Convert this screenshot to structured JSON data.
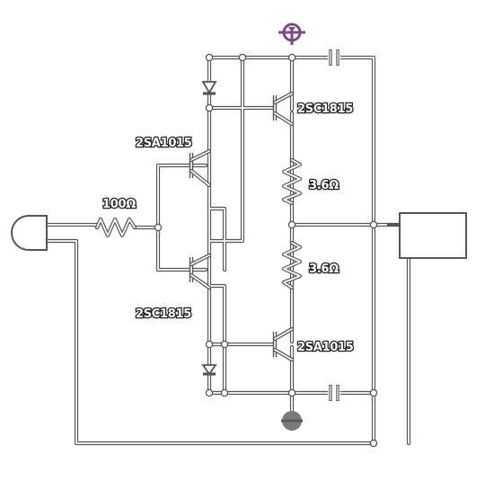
{
  "components": {
    "input_resistor": {
      "label": "100Ω"
    },
    "upper_npn_driver": {
      "label": "2SC1815"
    },
    "upper_pnp_predriver": {
      "label": "2SA1015"
    },
    "lower_npn_predriver": {
      "label": "2SC1815"
    },
    "lower_pnp_driver": {
      "label": "2SA1015"
    },
    "upper_emitter_resistor": {
      "label": "3.6Ω"
    },
    "lower_emitter_resistor": {
      "label": "3.6Ω"
    }
  },
  "symbols": {
    "positive_supply": {
      "icon": "supply-positive-icon",
      "color": "#7a4a82"
    },
    "negative_supply": {
      "icon": "supply-negative-icon",
      "color": "#777777"
    },
    "input_jack": {
      "icon": "audio-input-jack-icon"
    },
    "speaker": {
      "icon": "speaker-icon"
    }
  },
  "colors": {
    "wire_outline": "#555555",
    "wire_fill": "#ffffff",
    "label_text": "#ffffff",
    "label_outline": "#222222"
  }
}
